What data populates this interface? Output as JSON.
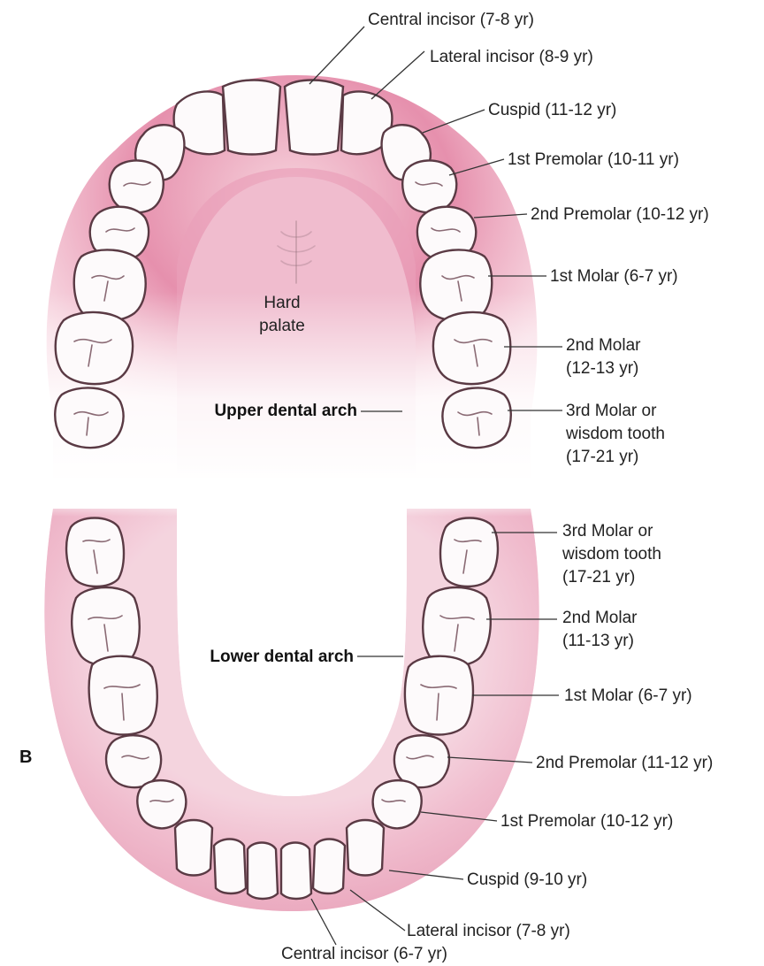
{
  "panel_letter": "B",
  "upper_arch": {
    "title": "Upper dental arch",
    "hard_palate": [
      "Hard",
      "palate"
    ],
    "labels": [
      {
        "key": "central",
        "lines": [
          "Central incisor (7-8 yr)"
        ]
      },
      {
        "key": "lateral",
        "lines": [
          "Lateral incisor (8-9 yr)"
        ]
      },
      {
        "key": "cuspid",
        "lines": [
          "Cuspid (11-12 yr)"
        ]
      },
      {
        "key": "pm1",
        "lines": [
          "1st Premolar (10-11 yr)"
        ]
      },
      {
        "key": "pm2",
        "lines": [
          "2nd Premolar (10-12 yr)"
        ]
      },
      {
        "key": "m1",
        "lines": [
          "1st Molar (6-7 yr)"
        ]
      },
      {
        "key": "m2",
        "lines": [
          "2nd Molar",
          "(12-13 yr)"
        ]
      },
      {
        "key": "m3",
        "lines": [
          "3rd Molar or",
          "wisdom tooth",
          "(17-21 yr)"
        ]
      }
    ]
  },
  "lower_arch": {
    "title": "Lower dental arch",
    "labels": [
      {
        "key": "m3",
        "lines": [
          "3rd Molar or",
          "wisdom tooth",
          "(17-21 yr)"
        ]
      },
      {
        "key": "m2",
        "lines": [
          "2nd Molar",
          "(11-13 yr)"
        ]
      },
      {
        "key": "m1",
        "lines": [
          "1st Molar (6-7 yr)"
        ]
      },
      {
        "key": "pm2",
        "lines": [
          "2nd Premolar (11-12 yr)"
        ]
      },
      {
        "key": "pm1",
        "lines": [
          "1st Premolar (10-12 yr)"
        ]
      },
      {
        "key": "cuspid",
        "lines": [
          "Cuspid (9-10 yr)"
        ]
      },
      {
        "key": "lateral",
        "lines": [
          "Lateral incisor (7-8 yr)"
        ]
      },
      {
        "key": "central",
        "lines": [
          "Central incisor (6-7 yr)"
        ]
      }
    ]
  },
  "colors": {
    "gum": "#e8a4bb",
    "gum_light": "#fbe3ea",
    "tooth_outline": "#5a3a44"
  }
}
